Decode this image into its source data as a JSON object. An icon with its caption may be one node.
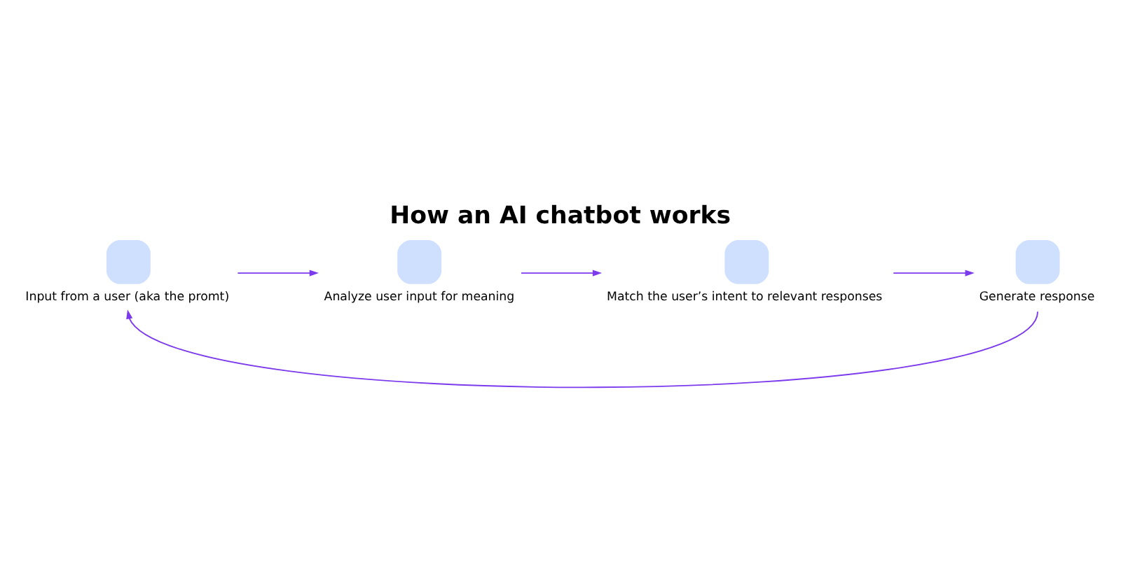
{
  "diagram": {
    "title": "How an AI chatbot works",
    "nodes": [
      {
        "text": [
          "Input from a user (aka the promt)"
        ]
      },
      {
        "text": [
          "Analyze user input for meaning"
        ]
      },
      {
        "text": [
          "Match the user’s intent to relevant responses"
        ]
      },
      {
        "text": [
          "Generate response"
        ]
      }
    ],
    "edges": [
      {
        "from": 0,
        "to": 1,
        "arrow": "to"
      },
      {
        "from": 1,
        "to": 2,
        "arrow": "to"
      },
      {
        "from": 2,
        "to": 3,
        "arrow": "to"
      },
      {
        "from": 3,
        "to": 0,
        "arrow": "to"
      }
    ]
  }
}
